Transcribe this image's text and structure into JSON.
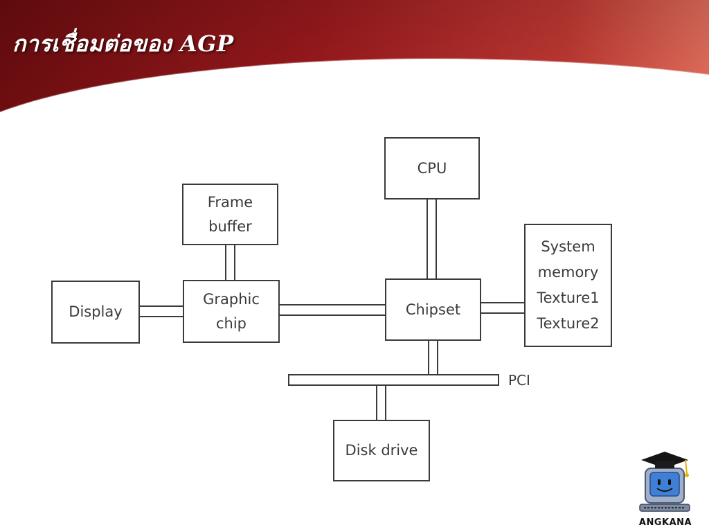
{
  "slide": {
    "title": "การเชื่อมต่อของ AGP"
  },
  "diagram": {
    "nodes": {
      "cpu": "CPU",
      "frame_buffer": [
        "Frame",
        "buffer"
      ],
      "display": "Display",
      "graphic_chip": [
        "Graphic",
        "chip"
      ],
      "chipset": "Chipset",
      "system_memory": [
        "System",
        "memory",
        "Texture1",
        "Texture2"
      ],
      "disk_drive": "Disk drive"
    },
    "bus_label": "PCI"
  },
  "logo": {
    "text": "ANGKANA"
  },
  "colors": {
    "header_dark": "#6e0d10",
    "header_mid": "#a51c20",
    "header_light": "#e0685a",
    "line": "#3a3a3a",
    "text": "#3a3a3a"
  }
}
